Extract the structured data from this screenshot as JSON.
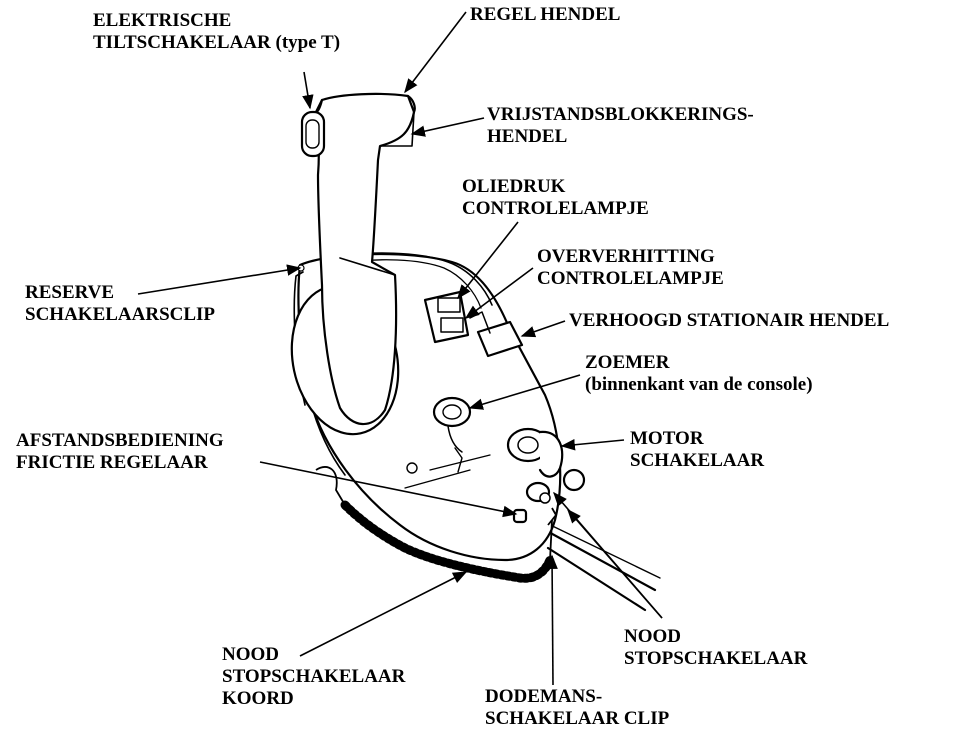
{
  "labels": {
    "tilt_switch": {
      "line1": "ELEKTRISCHE",
      "line2": "TILTSCHAKELAAR (type T)"
    },
    "control_lever": {
      "line1": "REGEL HENDEL"
    },
    "neutral_lock_lever": {
      "line1": "VRIJSTANDSBLOKKERINGS-",
      "line2": "HENDEL"
    },
    "oil_pressure_lamp": {
      "line1": "OLIEDRUK",
      "line2": "CONTROLELAMPJE"
    },
    "overheat_lamp": {
      "line1": "OVERVERHITTING",
      "line2": "CONTROLELAMPJE"
    },
    "fast_idle_lever": {
      "line1": "VERHOOGD STATIONAIR HENDEL"
    },
    "spare_switch_clip": {
      "line1": "RESERVE",
      "line2": "SCHAKELAARSCLIP"
    },
    "buzzer": {
      "line1": "ZOEMER",
      "line2": "(binnenkant van de console)"
    },
    "friction_adjuster": {
      "line1": "AFSTANDSBEDIENING",
      "line2": "FRICTIE REGELAAR"
    },
    "engine_switch": {
      "line1": "MOTOR",
      "line2": "SCHAKELAAR"
    },
    "emergency_stop_switch": {
      "line1": "NOOD",
      "line2": "STOPSCHAKELAAR"
    },
    "emergency_stop_lanyard": {
      "line1": "NOOD",
      "line2": "STOPSCHAKELAAR",
      "line3": "KOORD"
    },
    "dead_man_clip": {
      "line1": "DODEMANS-",
      "line2": "SCHAKELAAR CLIP"
    }
  }
}
